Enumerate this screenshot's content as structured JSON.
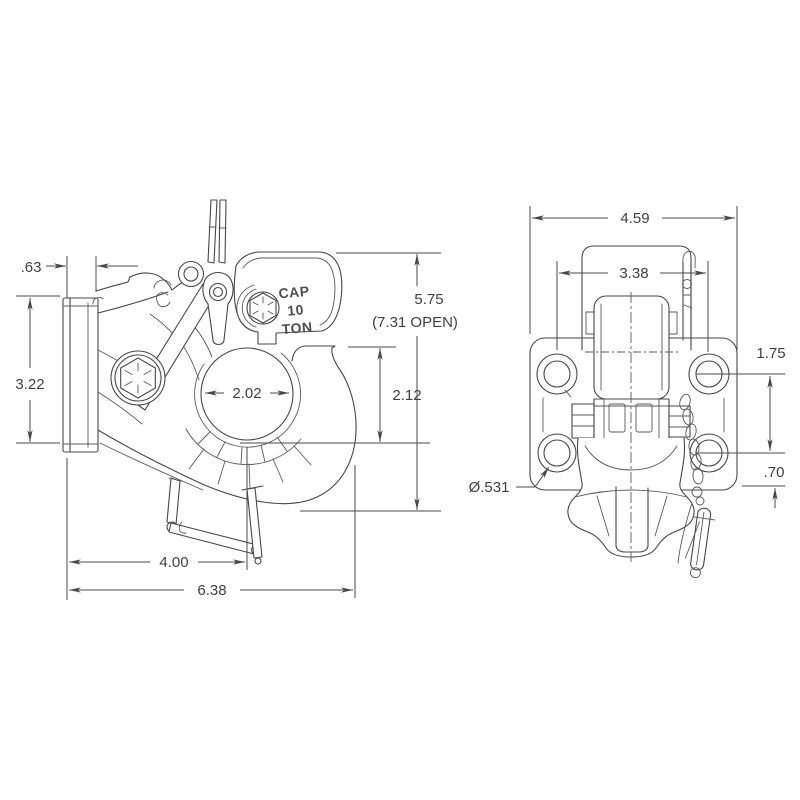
{
  "colors": {
    "line": "#474747",
    "text": "#3f3f3f",
    "background": "#ffffff"
  },
  "side_view": {
    "stamp": {
      "line1": "CAP",
      "line2": "10",
      "line3": "TON"
    },
    "dims": {
      "flange_thickness": ".63",
      "mount_height": "3.22",
      "eye_opening_dia": "2.02",
      "mouth_height": "2.12",
      "height_closed": "5.75",
      "height_open_note": "(7.31 OPEN)",
      "horn_reach": "4.00",
      "overall_depth": "6.38"
    }
  },
  "front_view": {
    "dims": {
      "overall_width": "4.59",
      "bolt_spacing_width": "3.38",
      "bolt_spacing_height": "1.75",
      "hole_to_bottom": ".70",
      "hole_diameter": "Ø.531"
    }
  }
}
